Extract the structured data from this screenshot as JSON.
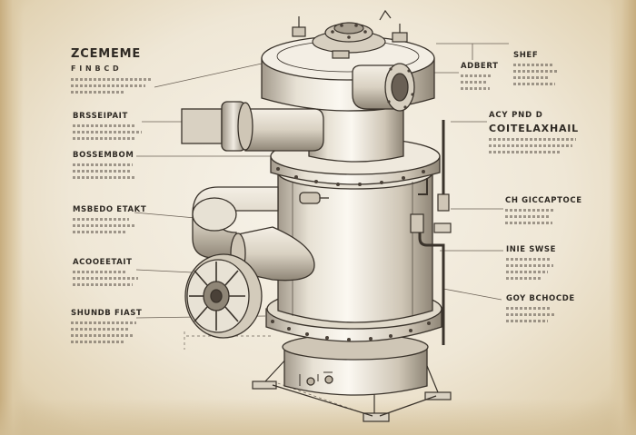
{
  "diagram": {
    "title": "ZCEMEME",
    "subtitle": "F I N  B C D",
    "left_labels": [
      "BRSSEIPAIT",
      "BOSSEMBOM",
      "MSBEDO ETAKT",
      "ACOOEETAIT",
      "SHUNDB FIAST"
    ],
    "right_labels": [
      "ADBERT",
      "SHEF",
      "ACY PND D",
      "COITELAXHAIL",
      "CH GICCAPTOCE",
      "INIE SWSE",
      "GOY BCHOCDE"
    ]
  }
}
